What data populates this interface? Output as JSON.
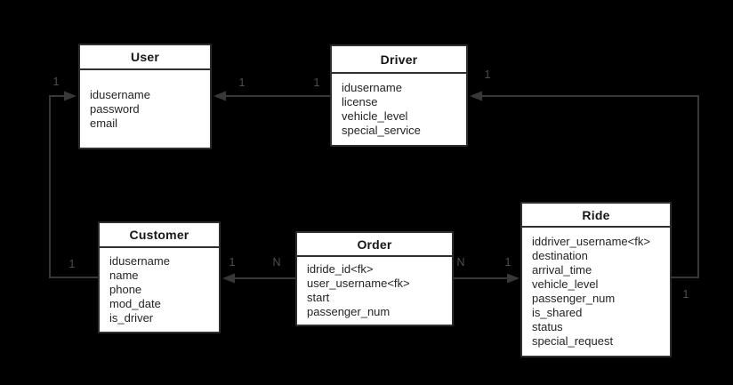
{
  "diagram": {
    "type": "entity-relationship-diagram",
    "colors": {
      "background": "#000000",
      "entity_fill": "#ffffff",
      "entity_border": "#2f2f2f",
      "connector": "#383838",
      "cardinality_label": "#4f4f4f",
      "title_text": "#161616",
      "field_text": "#242424"
    }
  },
  "entities": {
    "user": {
      "title": "User",
      "fields": [
        "idusername",
        "password",
        "email"
      ]
    },
    "driver": {
      "title": "Driver",
      "fields": [
        "idusername",
        "license",
        "vehicle_level",
        "special_service"
      ]
    },
    "customer": {
      "title": "Customer",
      "fields": [
        "idusername",
        "name",
        "phone",
        "mod_date",
        "is_driver"
      ]
    },
    "order": {
      "title": "Order",
      "fields": [
        "idride_id<fk>",
        "user_username<fk>",
        "start",
        "passenger_num"
      ]
    },
    "ride": {
      "title": "Ride",
      "fields": [
        "iddriver_username<fk>",
        "destination",
        "arrival_time",
        "vehicle_level",
        "passenger_num",
        "is_shared",
        "status",
        "special_request"
      ]
    }
  },
  "relationships": [
    {
      "from": "Driver",
      "to": "User",
      "from_card": "1",
      "to_card": "1"
    },
    {
      "from": "Customer",
      "to": "User",
      "from_card": "1",
      "to_card": "1"
    },
    {
      "from": "Order",
      "to": "Customer",
      "from_card": "N",
      "to_card": "1"
    },
    {
      "from": "Order",
      "to": "Ride",
      "from_card": "N",
      "to_card": "1"
    },
    {
      "from": "Ride",
      "to": "Driver",
      "from_card": "1",
      "to_card": "1"
    }
  ]
}
